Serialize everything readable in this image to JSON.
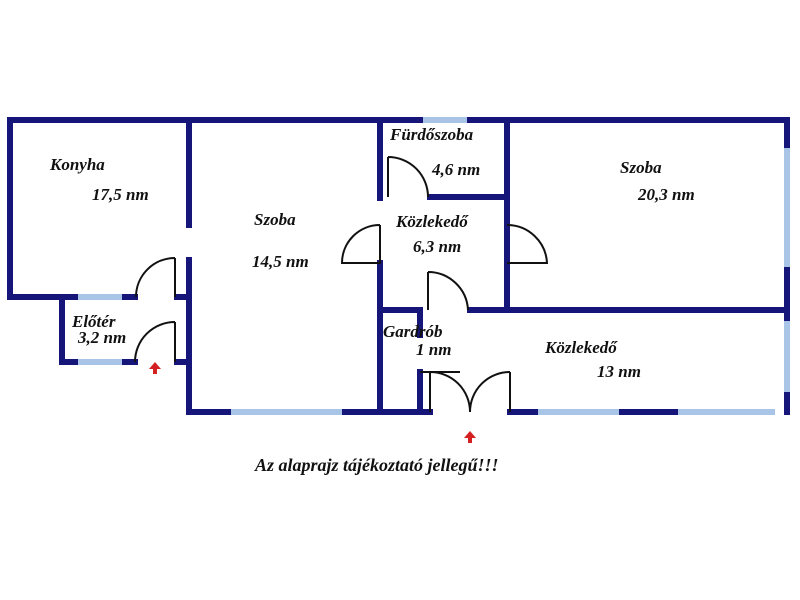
{
  "colors": {
    "wall": "#15157a",
    "window": "#a8c4e6",
    "entrance_arrow": "#d42020"
  },
  "rooms": [
    {
      "name": "Konyha",
      "area": "17,5 nm"
    },
    {
      "name": "Szoba",
      "area": "14,5 nm"
    },
    {
      "name": "Fürdőszoba",
      "area": "4,6 nm"
    },
    {
      "name": "Szoba",
      "area": "20,3 nm"
    },
    {
      "name": "Közlekedő",
      "area": "6,3 nm"
    },
    {
      "name": "Előtér",
      "area": "3,2 nm"
    },
    {
      "name": "Gardrób",
      "area": "1 nm"
    },
    {
      "name": "Közlekedő",
      "area": "13 nm"
    }
  ],
  "note": "Az alaprajz tájékoztató jellegű!!!"
}
